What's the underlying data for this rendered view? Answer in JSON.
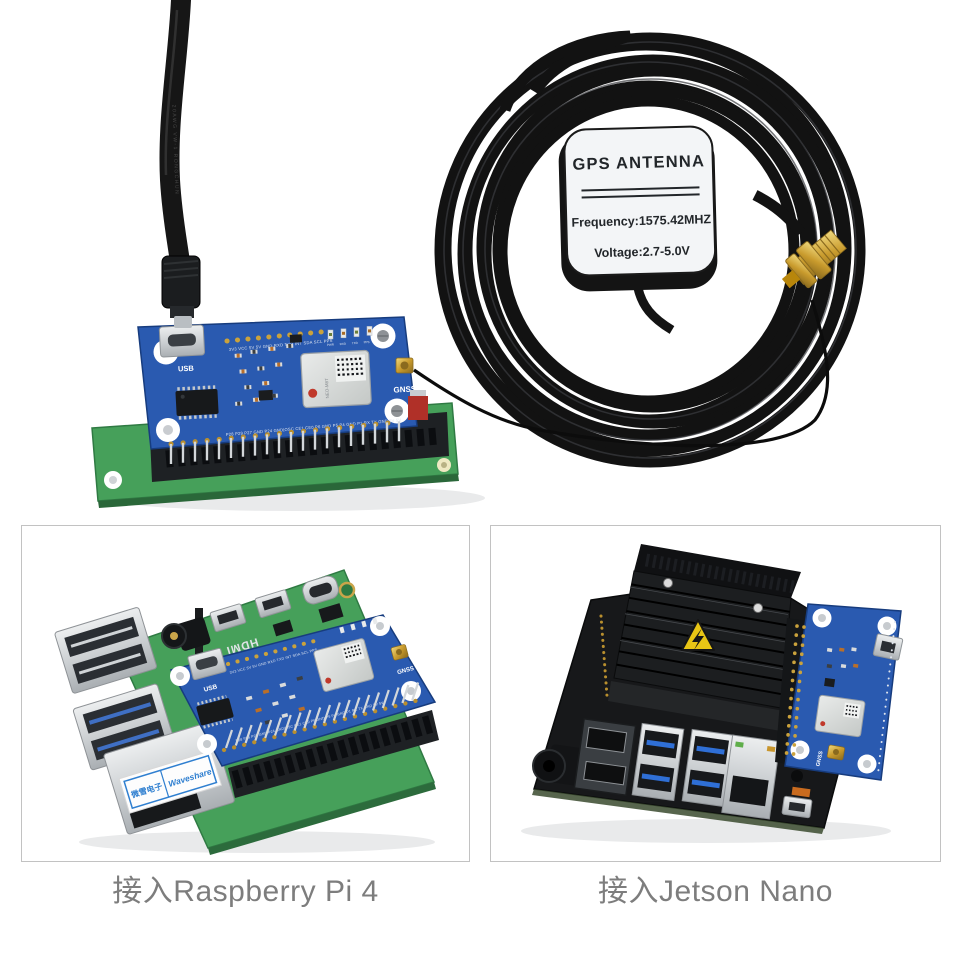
{
  "hero": {
    "antenna": {
      "title": "GPS ANTENNA",
      "frequency": "Frequency:1575.42MHZ",
      "voltage": "Voltage:2.7-5.0V"
    },
    "hat": {
      "usb_label": "USB",
      "gnss_label": "GNSS",
      "top_pins": "3V3 VCC 5V 5V GND RXD TXD INT SDA SCL PPS",
      "bottom_pins": "P28 P29 P27 GND P24 GND|OSC CE1 CE0 P6 GND P5 P4 GND P1 RX TX GND 5V 5V",
      "led_labels": "PWR RXD TXD PPS",
      "module_marking": "NEO-M8T",
      "cable_print": "20AWG VW-1 RONGCHUN"
    }
  },
  "panels": {
    "pi4": {
      "caption": "接入Raspberry Pi 4",
      "sticker_cn": "微雪电子",
      "sticker_en": "Waveshare",
      "hdmi_label": "HDMI",
      "hat_usb_label": "USB",
      "hat_gnss_label": "GNSS"
    },
    "jetson": {
      "caption": "接入Jetson Nano",
      "hat_gnss_label": "GNSS"
    }
  },
  "colors": {
    "hat_blue": "#2a5ab0",
    "pi_green": "#46a05a",
    "caption_gray": "#7d7d7d",
    "panel_border": "#c2c2c2",
    "cable_black": "#131313",
    "gold": "#d2a53a",
    "antenna_face": "#f3f5f7",
    "usb3_blue": "#2f6fd6",
    "warning_yellow": "#e8c515"
  }
}
